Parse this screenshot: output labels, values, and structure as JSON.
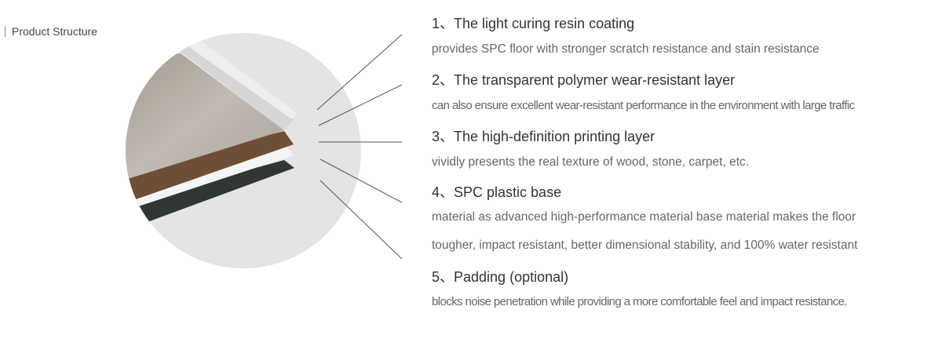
{
  "header": {
    "section_label": "Product Structure"
  },
  "layers": [
    {
      "title": "1、The light curing resin coating",
      "description": [
        "provides SPC floor with stronger scratch resistance and stain resistance"
      ]
    },
    {
      "title": "2、The transparent polymer wear-resistant layer",
      "description": [
        "can also ensure excellent wear-resistant performance in the environment with large traffic"
      ]
    },
    {
      "title": "3、The high-definition printing layer",
      "description": [
        "vividly presents the real texture of wood, stone, carpet, etc."
      ]
    },
    {
      "title": "4、SPC plastic base",
      "description": [
        "material as advanced high-performance material base material makes the floor",
        " tougher, impact resistant, better dimensional stability, and 100% water resistant"
      ]
    },
    {
      "title": "5、Padding (optional)",
      "description": [
        "blocks noise penetration while providing a more comfortable feel and impact resistance."
      ]
    }
  ],
  "colors": {
    "circle": "#e4e4e4",
    "coating": "#eeeeee",
    "wear_layer": "#d6d6d6",
    "wood": "#b8b2aa",
    "wood_edge": "#6e4e36",
    "spc_base": "#f2f2f2",
    "padding": "#2f3633",
    "leader_line": "#555555"
  }
}
